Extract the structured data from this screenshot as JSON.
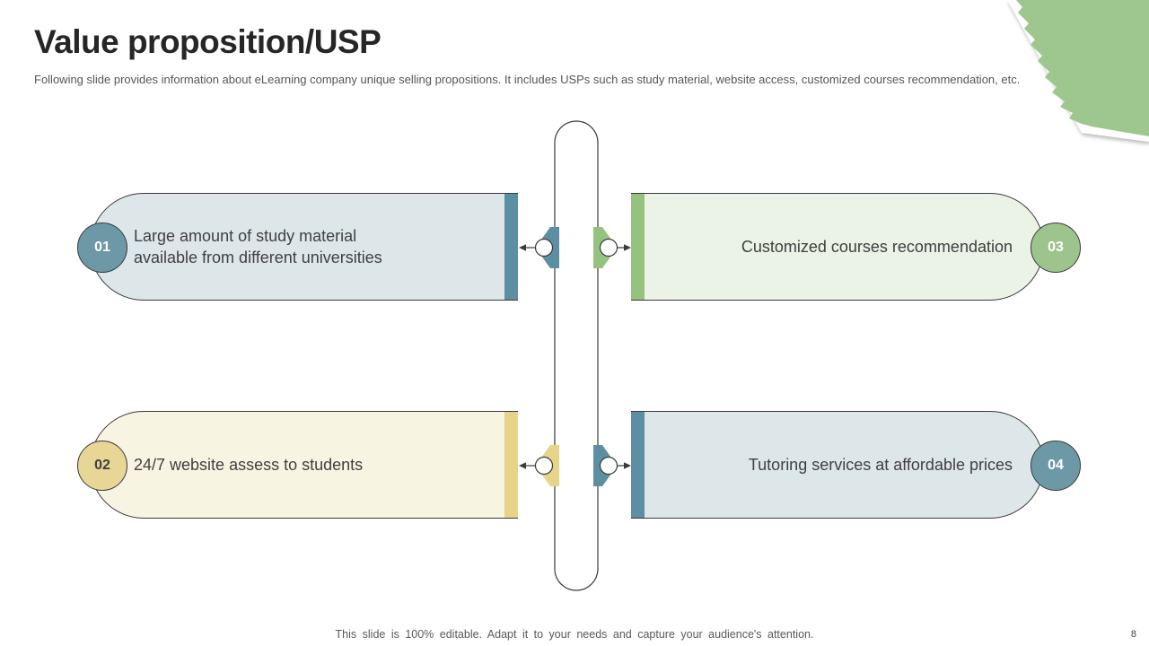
{
  "slide": {
    "title": "Value proposition/USP",
    "subtitle": "Following slide provides information about eLearning company unique selling propositions. It includes USPs such as study material, website access, customized courses recommendation, etc.",
    "footer_note": "This slide is 100% editable. Adapt it to your needs and capture your audience's attention.",
    "page_number": "8"
  },
  "usps": [
    {
      "number": "01",
      "text": "Large amount of study material\navailable from different universities"
    },
    {
      "number": "02",
      "text": "24/7 website assess to students"
    },
    {
      "number": "03",
      "text": "Customized courses recommendation"
    },
    {
      "number": "04",
      "text": "Tutoring services at affordable prices"
    }
  ],
  "colors": {
    "teal_bar": "#5d8fa3",
    "teal_circle": "#6d98a6",
    "teal_box_fill": "#dde7ea",
    "gold_bar": "#e6d488",
    "gold_circle": "#e7d695",
    "gold_box_fill": "#f8f4e2",
    "green_bar": "#95c37f",
    "green_circle": "#9cc48c",
    "green_box_fill": "#ebf2e6",
    "corner_green": "#9dc78e",
    "outline": "#3a3a3a",
    "connector_circle_fill": "#ffffff"
  }
}
